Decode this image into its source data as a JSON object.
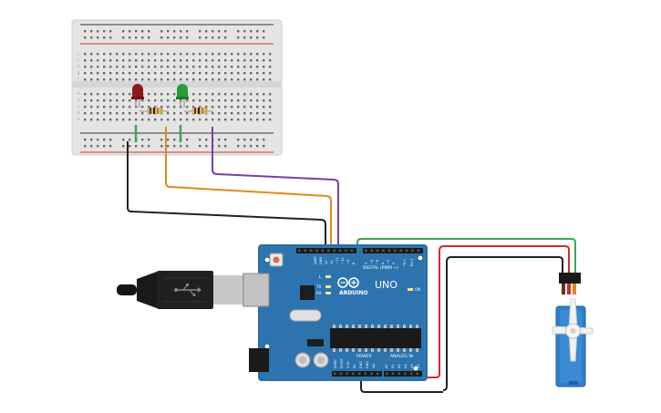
{
  "arduino": {
    "brand": "ARDUINO",
    "model": "UNO",
    "digital_header_label": "DIGITAL (PWM ~)",
    "power_label": "POWER",
    "analog_label": "ANALOG IN",
    "led_l": "L",
    "led_tx": "TX",
    "led_rx": "RX",
    "led_on": "ON",
    "pin_aref": "AREF",
    "pin_gnd": "GND",
    "digital_pins": [
      "13",
      "12",
      "~11",
      "~10",
      "~9",
      "8",
      "7",
      "~6",
      "~5",
      "4",
      "~3",
      "2",
      "TX 1",
      "RX 0"
    ],
    "power_pins": [
      "IOREF",
      "RESET",
      "3.3V",
      "5V",
      "GND",
      "GND",
      "Vin"
    ],
    "analog_pins": [
      "A0",
      "A1",
      "A2",
      "A3",
      "A4",
      "A5"
    ]
  },
  "breadboard": {
    "row_letters_top": [
      "j",
      "i",
      "h",
      "g",
      "f"
    ],
    "row_letters_bottom": [
      "e",
      "d",
      "c",
      "b",
      "a"
    ]
  },
  "colors": {
    "board_blue": "#2a6fa8",
    "wire_black": "#222222",
    "wire_orange": "#e08a1e",
    "wire_purple": "#7a3fa0",
    "wire_green": "#3aa84a",
    "wire_red": "#d42a2a",
    "led_red": "#8b1a1a",
    "led_green": "#2a9a3a",
    "servo_blue": "#2f7fc8"
  }
}
